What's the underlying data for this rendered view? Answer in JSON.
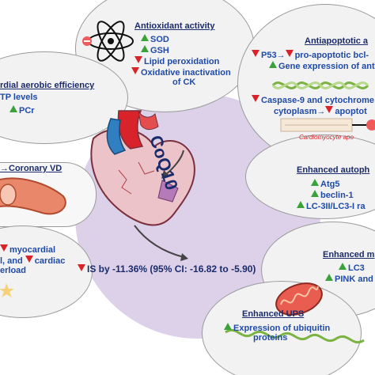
{
  "center": {
    "drug_label": "CoQ10",
    "is_result": "IS by -11.36% (95% CI: -16.82 to -5.90)"
  },
  "antioxidant": {
    "title": "Antioxidant activity",
    "lines": [
      "SOD",
      "GSH",
      "Lipid peroxidation",
      "Oxidative inactivation",
      "of CK"
    ]
  },
  "antiapoptotic": {
    "title": "Antiapoptotic a",
    "lines": [
      "P53→",
      "pro-apoptotic bcl-",
      "Gene expression of antia",
      "Caspase-9 and cytochrome",
      "cytoplasm→",
      "apoptot"
    ],
    "cell_caption": "Cardiomyocyte apo"
  },
  "aerobic": {
    "title": "rdial aerobic efficiency",
    "lines": [
      "TP levels",
      "PCr"
    ]
  },
  "coronary": {
    "title": "→Coronary VD"
  },
  "myocardial": {
    "lines": [
      "myocardial",
      "l, and",
      "cardiac",
      "erload"
    ]
  },
  "autophagy": {
    "title": "Enhanced autoph",
    "lines": [
      "Atg5",
      "beclin-1",
      "LC-3II/LC3-I ra"
    ]
  },
  "mitophagy": {
    "title": "Enhanced m",
    "lines": [
      "LC3",
      "PINK and"
    ]
  },
  "ups": {
    "title": "Enhanced UPS",
    "lines": [
      "Expression of ubiquitin",
      "proteins"
    ]
  },
  "colors": {
    "up_arrow": "#3aa23a",
    "down_arrow": "#d9232a",
    "heading": "#1a2b6b",
    "body_text": "#1f4aa8",
    "center_fill": "#dcd1e8"
  }
}
